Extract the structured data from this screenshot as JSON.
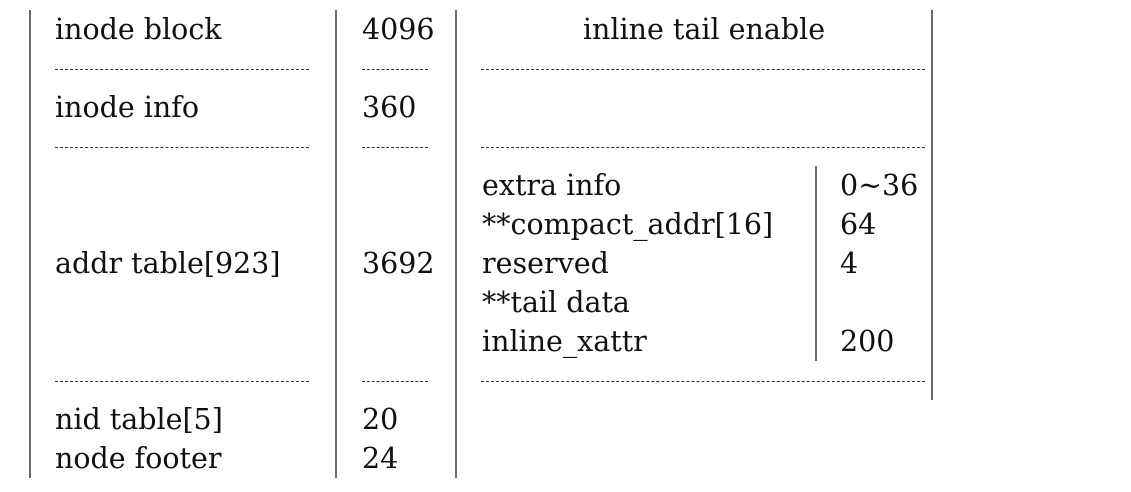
{
  "rows": {
    "inode_block": {
      "name": "inode block",
      "size": "4096"
    },
    "inode_info": {
      "name": "inode info",
      "size": "360"
    },
    "addr_table": {
      "name": "addr table[923]",
      "size": "3692"
    },
    "nid_table": {
      "name": "nid table[5]",
      "size": "20"
    },
    "node_footer": {
      "name": "node footer",
      "size": "24"
    }
  },
  "inline": {
    "title": "inline tail enable",
    "fields": [
      {
        "name": "extra info",
        "size": "0~36"
      },
      {
        "name": "**compact_addr[16]",
        "size": "64"
      },
      {
        "name": "reserved",
        "size": "4"
      },
      {
        "name": "**tail data",
        "size": ""
      },
      {
        "name": "inline_xattr",
        "size": "200"
      }
    ]
  }
}
